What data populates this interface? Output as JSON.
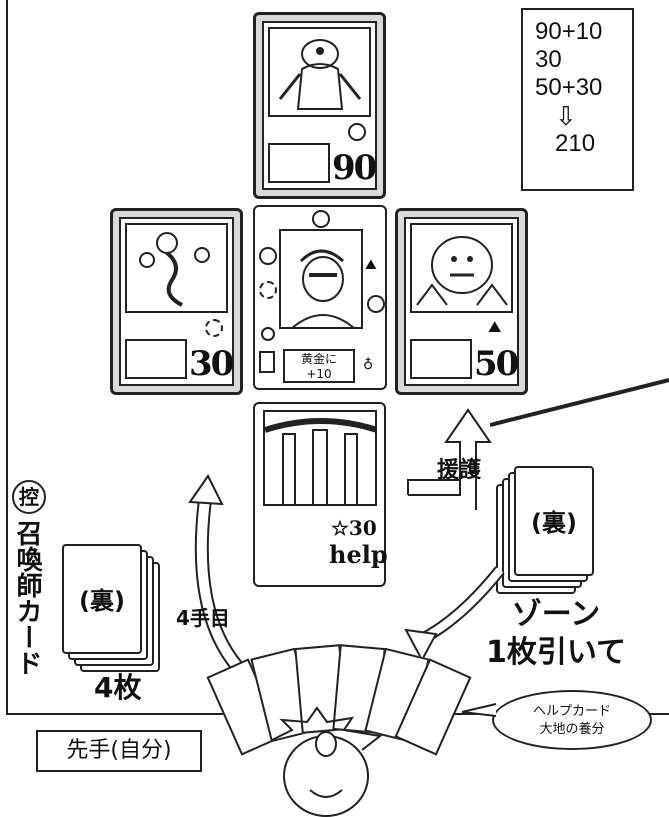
{
  "calc": {
    "line1": "90+10",
    "line2": "30",
    "line3": "50+30",
    "arrow": "⇩",
    "total": "210"
  },
  "top_card": {
    "power": "90"
  },
  "left_card": {
    "power": "30"
  },
  "right_card": {
    "power": "50"
  },
  "center_card": {
    "text_line1": "黄金に",
    "text_line2": "+10"
  },
  "bottom_card": {
    "power": "☆30",
    "help": "help"
  },
  "support_label": "援護",
  "deck_right": {
    "label": "(裏)"
  },
  "zone_text": {
    "line1": "ゾーン",
    "line2": "1枚引いて"
  },
  "deck_left": {
    "label": "(裏)",
    "count": "4枚"
  },
  "reserve": {
    "badge": "控",
    "label": "召喚師カード"
  },
  "turn_label": "4手目",
  "speech": {
    "line1": "ヘルプカード",
    "line2": "大地の養分"
  },
  "first_player": "先手(自分)"
}
